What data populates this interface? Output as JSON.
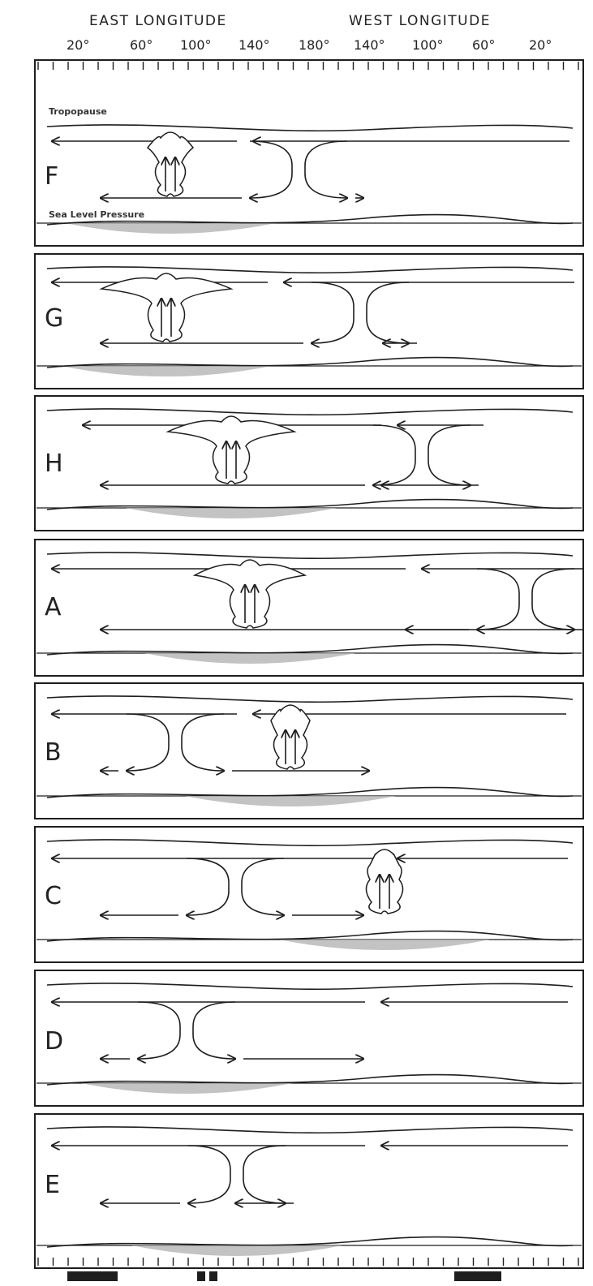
{
  "header": {
    "east_label": "EAST LONGITUDE",
    "west_label": "WEST LONGITUDE",
    "ticks": [
      "20°",
      "60°",
      "100°",
      "140°",
      "180°",
      "140°",
      "100°",
      "60°",
      "20°"
    ]
  },
  "annotations": {
    "tropopause": "Tropopause",
    "sea_level_pressure": "Sea Level Pressure"
  },
  "panels": [
    {
      "letter": "F"
    },
    {
      "letter": "G"
    },
    {
      "letter": "H"
    },
    {
      "letter": "A"
    },
    {
      "letter": "B"
    },
    {
      "letter": "C"
    },
    {
      "letter": "D"
    },
    {
      "letter": "E"
    }
  ],
  "colors": {
    "ink": "#1e1e1e",
    "shading": "#b4b4b4"
  }
}
